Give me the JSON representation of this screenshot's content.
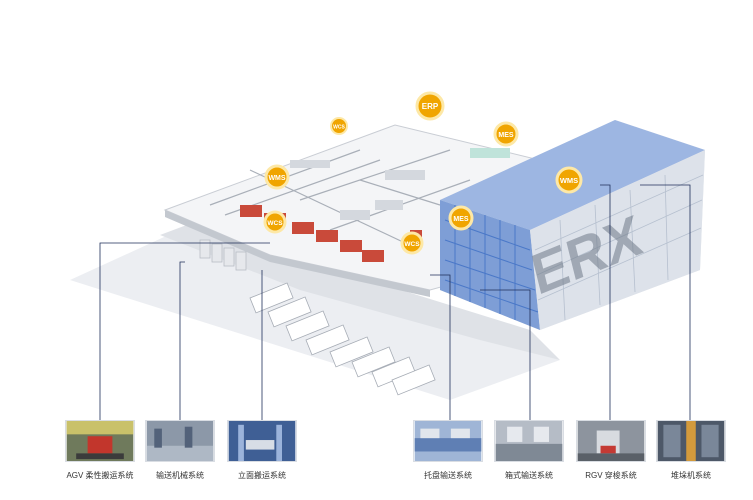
{
  "badges": [
    {
      "label": "ERP",
      "color": "#f0a500"
    },
    {
      "label": "MES",
      "color": "#f0a500"
    },
    {
      "label": "WCS",
      "color": "#f0a500"
    },
    {
      "label": "WMS",
      "color": "#f0a500"
    },
    {
      "label": "WCS",
      "color": "#f0a500"
    },
    {
      "label": "MES",
      "color": "#f0a500"
    },
    {
      "label": "WCS",
      "color": "#f0a500"
    },
    {
      "label": "WMS",
      "color": "#f0a500"
    }
  ],
  "rack_brand": "ERX",
  "subsystems": [
    {
      "label": "AGV 柔性搬运系统",
      "icon": "agv-icon"
    },
    {
      "label": "输送机械系统",
      "icon": "conveyor-icon"
    },
    {
      "label": "立面搬运系统",
      "icon": "lift-icon"
    },
    {
      "label": "托盘输送系统",
      "icon": "pallet-conveyor-icon"
    },
    {
      "label": "箱式输送系统",
      "icon": "box-conveyor-icon"
    },
    {
      "label": "RGV 穿梭系统",
      "icon": "rgv-icon"
    },
    {
      "label": "堆垛机系统",
      "icon": "stacker-icon"
    }
  ],
  "colors": {
    "badge": "#f0a500",
    "rack": "#4a78c8",
    "connector": "#1f2f5a"
  }
}
